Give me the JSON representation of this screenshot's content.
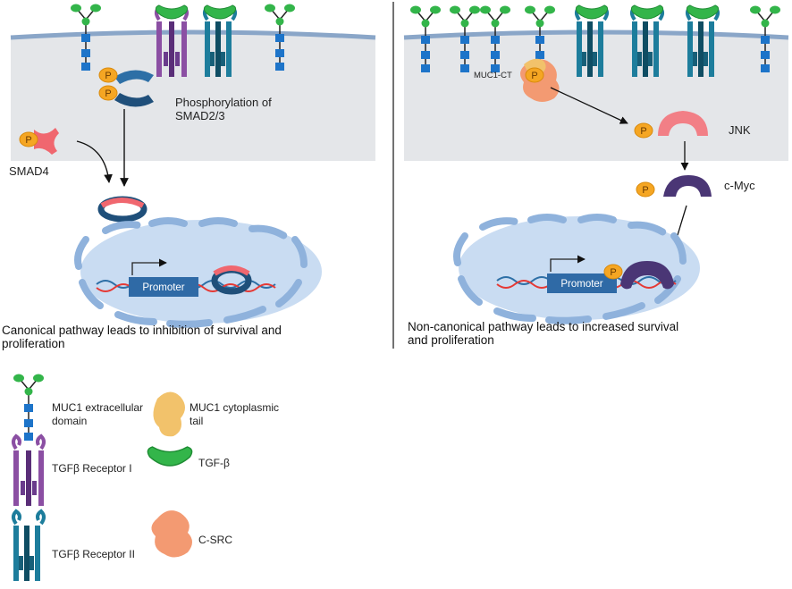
{
  "left_panel": {
    "phosphorylation_label": "Phosphorylation of SMAD2/3",
    "phosphorylation_label_line1": "Phosphorylation of",
    "phosphorylation_label_line2": "SMAD2/3",
    "smad4_label": "SMAD4",
    "promoter_label": "Promoter",
    "p_label": "P",
    "caption_line1": "Canonical pathway leads to inhibition of survival and",
    "caption_line2": "proliferation"
  },
  "right_panel": {
    "muc1ct_label": "MUC1-CT",
    "jnk_label": "JNK",
    "cmyc_label": "c-Myc",
    "promoter_label": "Promoter",
    "p_label": "P",
    "caption_line1": "Non-canonical pathway leads to increased survival",
    "caption_line2": "and proliferation"
  },
  "legend": {
    "muc1_extracellular_line1": "MUC1 extracellular",
    "muc1_extracellular_line2": "domain",
    "muc1_cytoplasmic_line1": "MUC1 cytoplasmic",
    "muc1_cytoplasmic_line2": "tail",
    "tgfb_receptor1": "TGFβ Receptor I",
    "tgfb": "TGF-β",
    "tgfb_receptor2": "TGFβ Receptor II",
    "csrc": "C-SRC"
  },
  "colors": {
    "cytoplasm": "#e4e6e9",
    "membrane": "#8aa6c8",
    "nucleus_fill": "#c9dcf2",
    "nucleus_border": "#8fb2dc",
    "tgfb_green": "#33b54a",
    "muc1_blue": "#1d74c9",
    "receptor1_purple": "#8b4fa3",
    "receptor2_teal": "#1d7d9c",
    "phospho_orange": "#f5a623",
    "smad4_red": "#f0676f",
    "jnk_pink": "#f27f86",
    "cmyc_purple": "#4a3675",
    "csrc_salmon": "#f39a72",
    "muc1ct_tan": "#f2c26b",
    "promoter_box": "#2f6aa6"
  }
}
